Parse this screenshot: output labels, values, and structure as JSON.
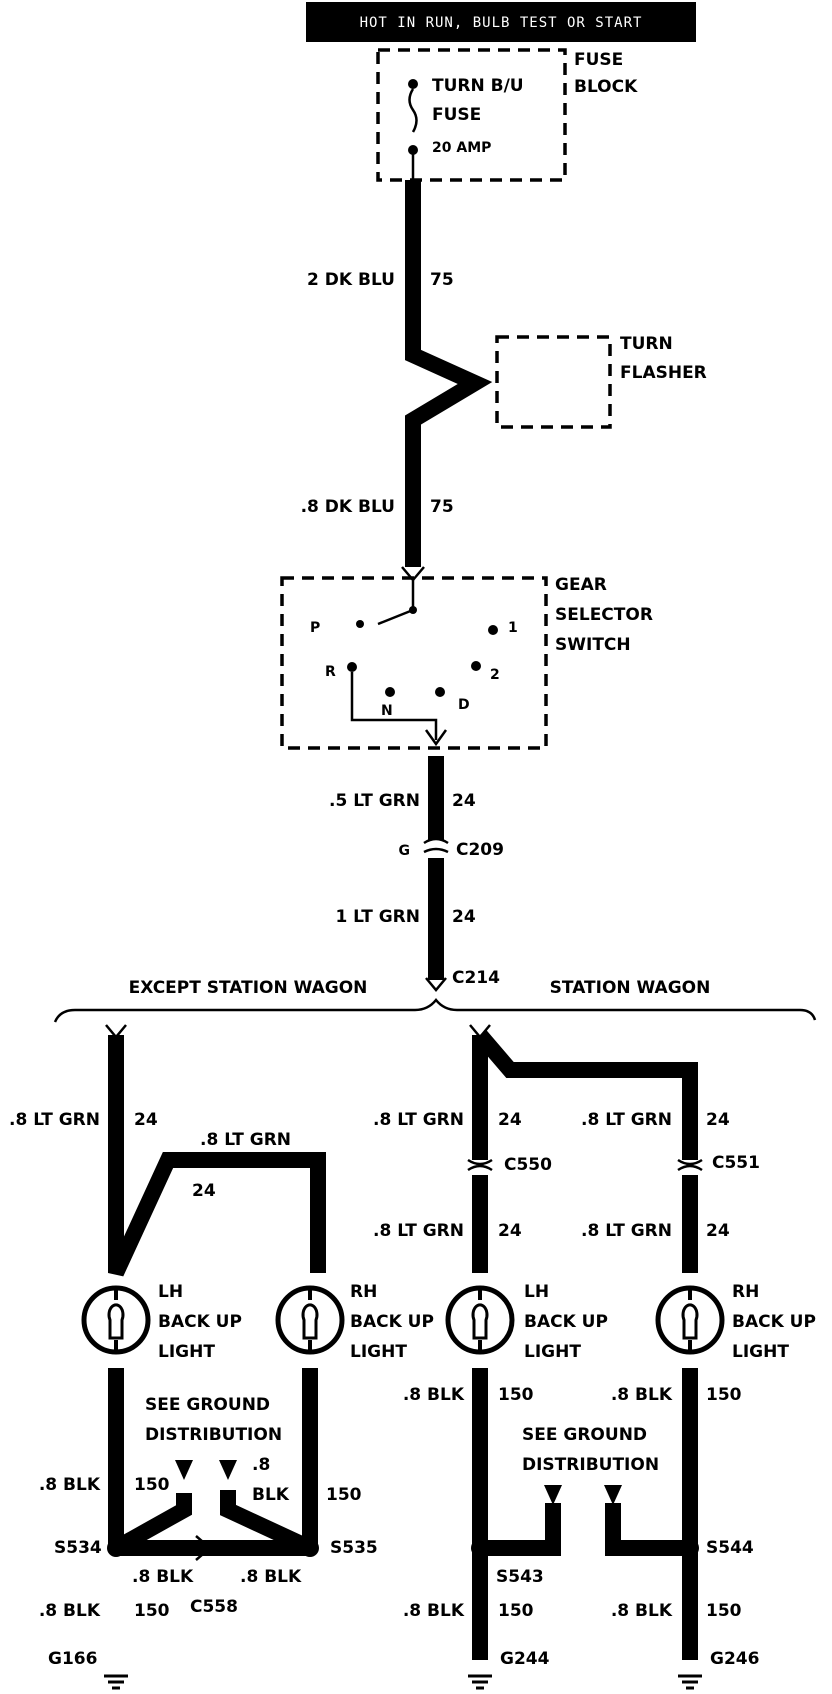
{
  "header": "HOT IN RUN, BULB TEST OR START",
  "fuse_block": {
    "title_line1": "FUSE",
    "title_line2": "BLOCK",
    "fuse_line1": "TURN B/U",
    "fuse_line2": "FUSE",
    "rating": "20 AMP"
  },
  "turn_flasher": {
    "line1": "TURN",
    "line2": "FLASHER"
  },
  "gear_switch": {
    "line1": "GEAR",
    "line2": "SELECTOR",
    "line3": "SWITCH",
    "pos_p": "P",
    "pos_r": "R",
    "pos_n": "N",
    "pos_d": "D",
    "pos_2": "2",
    "pos_1": "1"
  },
  "wires": {
    "w1_label": "2 DK BLU",
    "w1_circuit": "75",
    "w2_label": ".8 DK BLU",
    "w2_circuit": "75",
    "w3_label": ".5 LT GRN",
    "w3_circuit": "24",
    "w4_label": "1 LT GRN",
    "w4_circuit": "24",
    "ls_w1_label": ".8 LT GRN",
    "ls_w1_circuit": "24",
    "ls_w2_label": ".8 LT GRN",
    "ls_w2_circuit": "24",
    "sw_w1_label": ".8 LT GRN",
    "sw_w1_circuit": "24",
    "sw_w2_label": ".8 LT GRN",
    "sw_w2_circuit": "24",
    "sw_w3_label": ".8 LT GRN",
    "sw_w3_circuit": "24",
    "sw_w4_label": ".8 LT GRN",
    "sw_w4_circuit": "24",
    "g1_label": ".8 BLK",
    "g1_circuit": "150",
    "g2_label": ".8",
    "g2_label2": "BLK",
    "g2_circuit": "150",
    "g3_label": ".8 BLK",
    "g4_label": ".8 BLK",
    "g5_label": ".8 BLK",
    "g5_circuit": "150",
    "g6_label": ".8 BLK",
    "g6_circuit": "150",
    "g7_label": ".8 BLK",
    "g7_circuit": "150",
    "g8_label": ".8 BLK",
    "g8_circuit": "150",
    "g9_label": ".8 BLK",
    "g9_circuit": "150"
  },
  "connectors": {
    "c209": "C209",
    "c209_pin": "G",
    "c214": "C214",
    "c550": "C550",
    "c551": "C551",
    "c558": "C558"
  },
  "branches": {
    "left": "EXCEPT STATION WAGON",
    "right": "STATION WAGON"
  },
  "lights": {
    "lh1": [
      "LH",
      "BACK UP",
      "LIGHT"
    ],
    "rh1": [
      "RH",
      "BACK UP",
      "LIGHT"
    ],
    "lh2": [
      "LH",
      "BACK UP",
      "LIGHT"
    ],
    "rh2": [
      "RH",
      "BACK UP",
      "LIGHT"
    ]
  },
  "ground_note_left": [
    "SEE GROUND",
    "DISTRIBUTION"
  ],
  "ground_note_right": [
    "SEE GROUND",
    "DISTRIBUTION"
  ],
  "splices": {
    "s534": "S534",
    "s535": "S535",
    "s543": "S543",
    "s544": "S544"
  },
  "grounds": {
    "g166": "G166",
    "g244": "G244",
    "g246": "G246"
  }
}
